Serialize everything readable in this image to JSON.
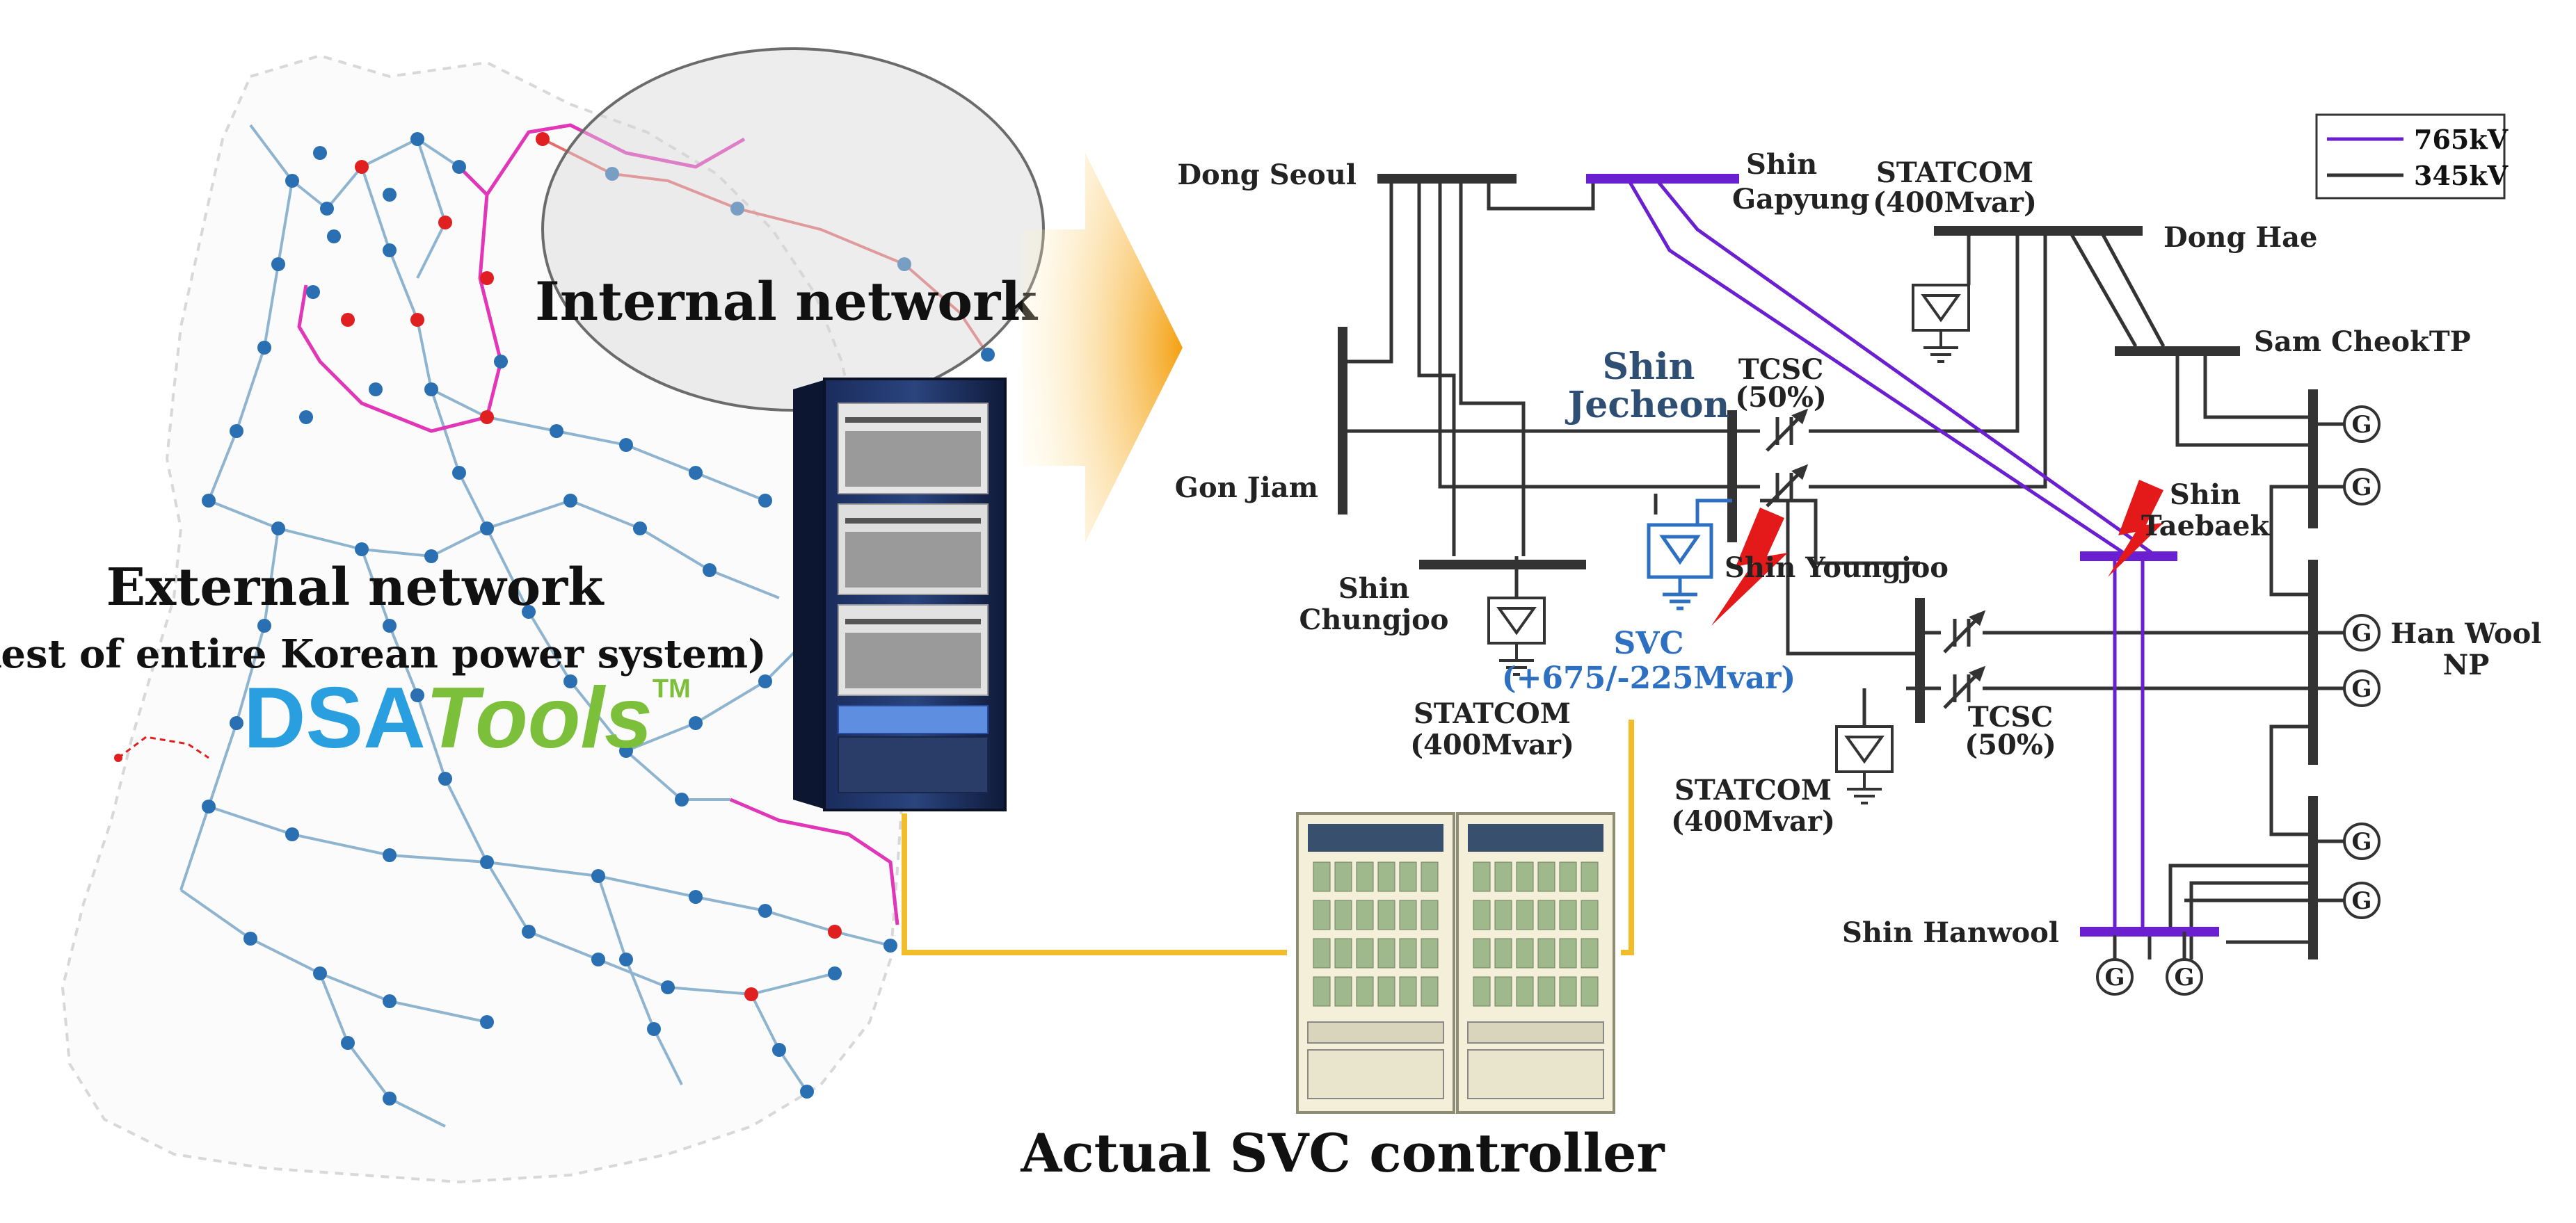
{
  "colors": {
    "kv765": "#6a1fd0",
    "kv345": "#333333",
    "bus": "#333333",
    "link": "#f2bd2a",
    "arrow": "#f6b21a",
    "svc_blue": "#2d6fc0",
    "jecheon_text": "#2e4e74",
    "fault": "#e3191a",
    "map_line": "#7da8c8",
    "map_node": "#2a6fb2",
    "map_node_red": "#e02020",
    "map_pink": "#e236b8",
    "dsa_blue": "#2a9fe0",
    "dsa_green": "#7cbf3a"
  },
  "map": {
    "internal_label": "Internal network",
    "external_label": "External network",
    "external_sub": "(Rest of entire Korean power system)",
    "brand_dsa": "DSA",
    "brand_tools": "Tools",
    "brand_tm": "TM"
  },
  "controller_label": "Actual SVC controller",
  "legend": [
    {
      "label": "765kV",
      "color": "#6a1fd0"
    },
    {
      "label": "345kV",
      "color": "#333333"
    }
  ],
  "diagram": {
    "dong_seoul": "Dong Seoul",
    "shin_gapyung": [
      "Shin",
      "Gapyung"
    ],
    "statcom_top": [
      "STATCOM",
      "(400Mvar)"
    ],
    "dong_hae": "Dong Hae",
    "sam_cheok": "Sam CheokTP",
    "shin_jecheon": [
      "Shin",
      "Jecheon"
    ],
    "tcsc_top": [
      "TCSC",
      "(50%)"
    ],
    "gon_jiam": "Gon Jiam",
    "shin_taebaek": [
      "Shin",
      "Taebaek"
    ],
    "shin_chungjoo": [
      "Shin",
      "Chungjoo"
    ],
    "shin_youngjoo": "Shin Youngjoo",
    "svc": [
      "SVC",
      "(+675/-225Mvar)"
    ],
    "statcom_mid": [
      "STATCOM",
      "(400Mvar)"
    ],
    "tcsc_right": [
      "TCSC",
      "(50%)"
    ],
    "statcom_bottom": [
      "STATCOM",
      "(400Mvar)"
    ],
    "han_wool": [
      "Han Wool",
      "NP"
    ],
    "shin_hanwool": "Shin Hanwool",
    "generator": "G"
  }
}
